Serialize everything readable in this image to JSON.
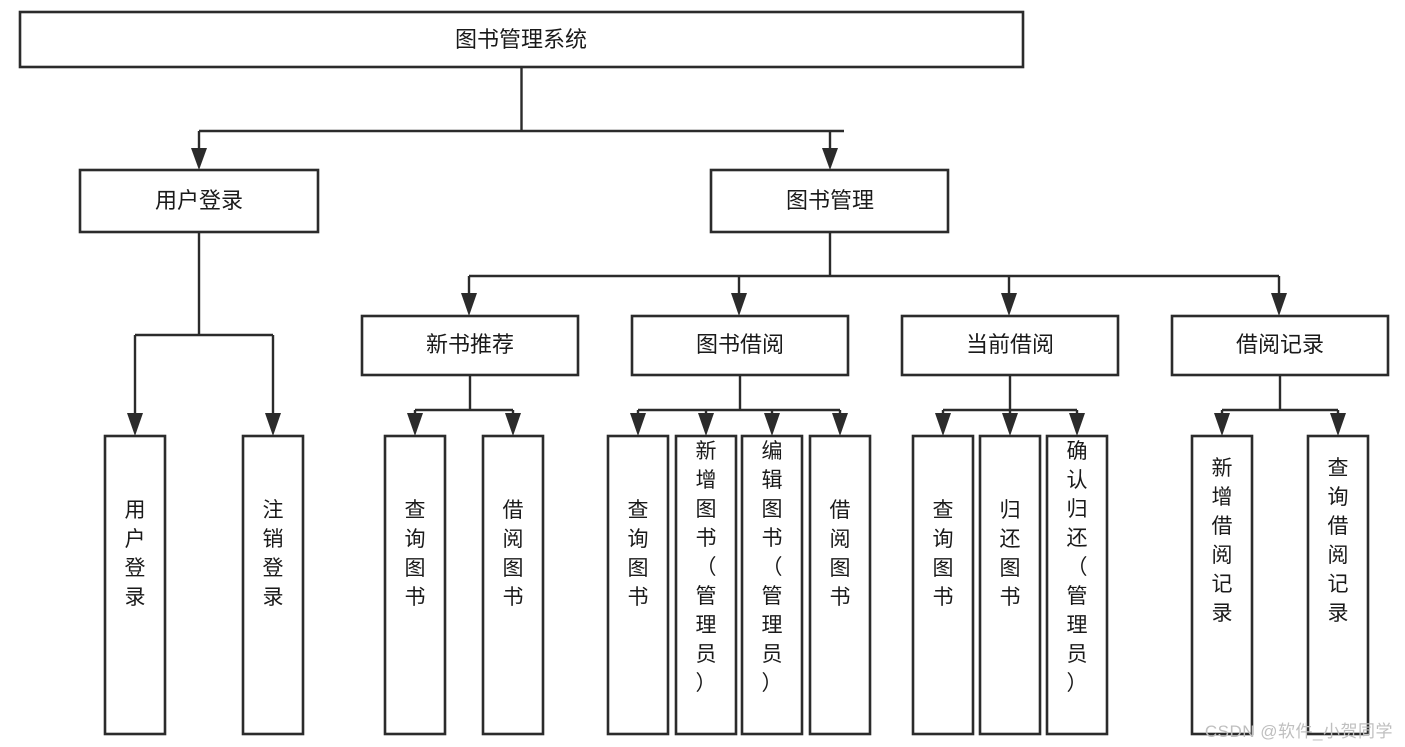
{
  "diagram": {
    "type": "tree-hierarchy",
    "title": "图书管理系统",
    "watermark": "CSDN @软件_小贺同学",
    "colors": {
      "stroke": "#2b2b2b",
      "fill": "#ffffff",
      "text": "#1a1a1a",
      "watermark": "#bfbfbf"
    },
    "levels": {
      "root": {
        "label": "图书管理系统"
      },
      "level2": [
        {
          "label": "用户登录"
        },
        {
          "label": "图书管理"
        }
      ],
      "level3": [
        {
          "label": "新书推荐"
        },
        {
          "label": "图书借阅"
        },
        {
          "label": "当前借阅"
        },
        {
          "label": "借阅记录"
        }
      ]
    },
    "leaves": {
      "user_login": [
        {
          "label": "用户登录"
        },
        {
          "label": "注销登录"
        }
      ],
      "new_book": [
        {
          "label": "查询图书"
        },
        {
          "label": "借阅图书"
        }
      ],
      "book_borrow": [
        {
          "label": "查询图书"
        },
        {
          "label": "新增图书（管理员）"
        },
        {
          "label": "编辑图书（管理员）"
        },
        {
          "label": "借阅图书"
        }
      ],
      "current_borrow": [
        {
          "label": "查询图书"
        },
        {
          "label": "归还图书"
        },
        {
          "label": "确认归还（管理员）"
        }
      ],
      "borrow_record": [
        {
          "label": "新增借阅记录"
        },
        {
          "label": "查询借阅记录"
        }
      ]
    }
  }
}
